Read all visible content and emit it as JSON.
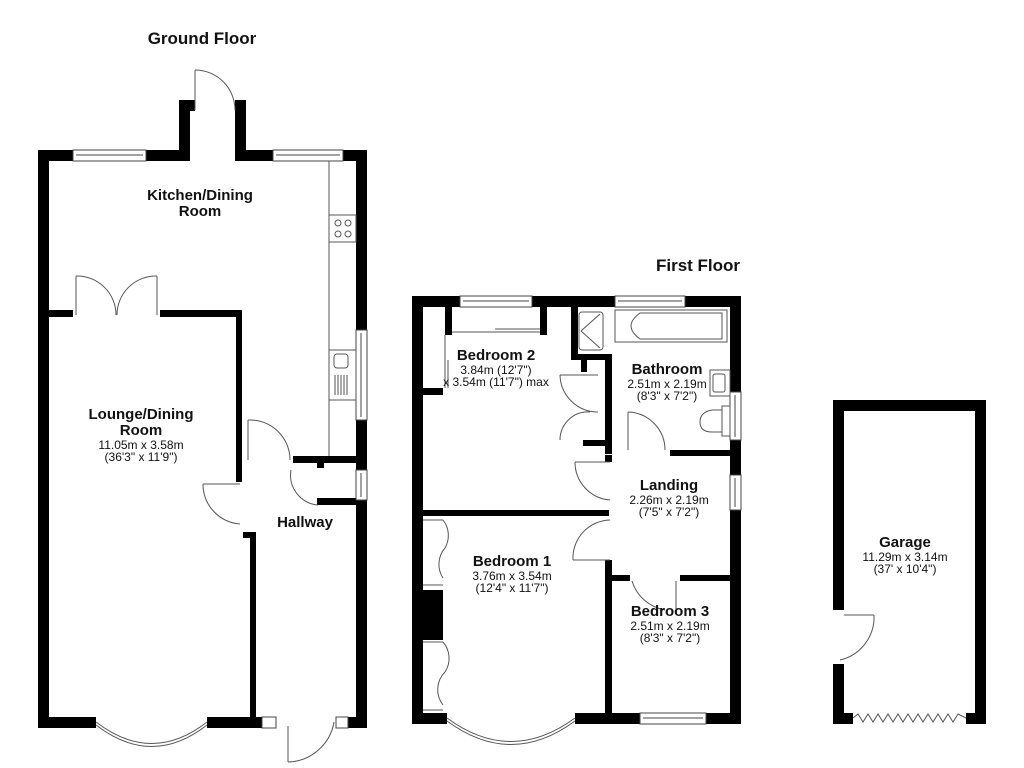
{
  "floors": {
    "ground": {
      "title": "Ground Floor",
      "rooms": {
        "kitchen": {
          "name_line1": "Kitchen/Dining",
          "name_line2": "Room"
        },
        "lounge": {
          "name_line1": "Lounge/Dining",
          "name_line2": "Room",
          "dim_metric": "11.05m x 3.58m",
          "dim_imperial": "(36'3\" x 11'9\")"
        },
        "hallway": {
          "name": "Hallway"
        }
      }
    },
    "first": {
      "title": "First Floor",
      "rooms": {
        "bedroom2": {
          "name": "Bedroom 2",
          "dim_line1": "3.84m (12'7\")",
          "dim_line2": "x 3.54m (11'7\") max"
        },
        "bathroom": {
          "name": "Bathroom",
          "dim_metric": "2.51m x 2.19m",
          "dim_imperial": "(8'3\" x 7'2\")"
        },
        "landing": {
          "name": "Landing",
          "dim_metric": "2.26m x 2.19m",
          "dim_imperial": "(7'5\" x 7'2\")"
        },
        "bedroom1": {
          "name": "Bedroom 1",
          "dim_metric": "3.76m x 3.54m",
          "dim_imperial": "(12'4\" x 11'7\")"
        },
        "bedroom3": {
          "name": "Bedroom 3",
          "dim_metric": "2.51m x 2.19m",
          "dim_imperial": "(8'3\" x 7'2\")"
        }
      }
    },
    "garage": {
      "name": "Garage",
      "dim_metric": "11.29m x 3.14m",
      "dim_imperial": "(37' x 10'4\")"
    }
  },
  "colors": {
    "wall": "#000000",
    "fixture": "#555555",
    "background": "#ffffff"
  }
}
